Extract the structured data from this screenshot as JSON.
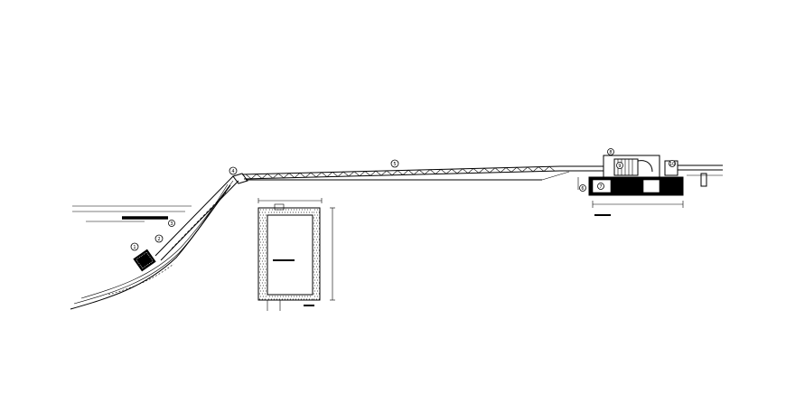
{
  "callouts": [
    {
      "id": "c-1",
      "label": "1"
    },
    {
      "id": "c-2",
      "label": "2"
    },
    {
      "id": "c-3",
      "label": "3"
    },
    {
      "id": "c-4",
      "label": "4"
    },
    {
      "id": "c-5",
      "label": "5"
    },
    {
      "id": "c-6",
      "label": "6"
    },
    {
      "id": "c-7",
      "label": "7"
    },
    {
      "id": "c-8",
      "label": "8"
    },
    {
      "id": "c-9",
      "label": "9"
    },
    {
      "id": "c-10",
      "label": "10"
    }
  ],
  "colors": {
    "line": "#000000",
    "background": "#ffffff"
  }
}
